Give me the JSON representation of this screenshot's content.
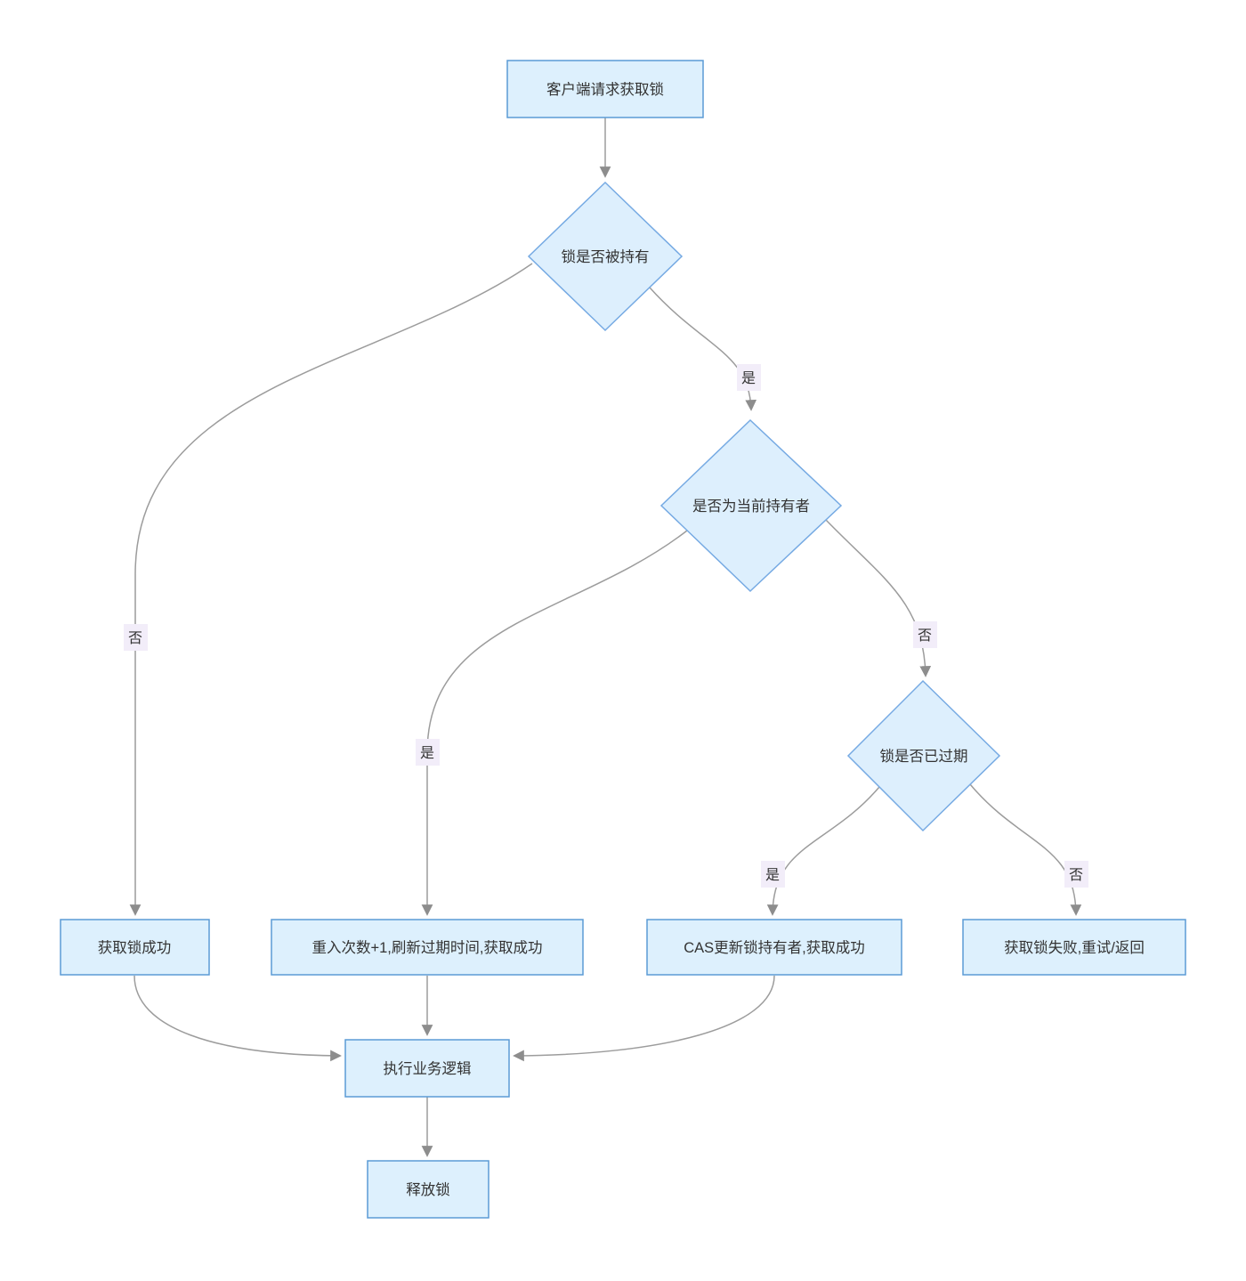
{
  "diagram": {
    "type": "flowchart",
    "direction": "top-down",
    "nodes": {
      "request": {
        "label": "客户端请求获取锁",
        "shape": "rect"
      },
      "held": {
        "label": "锁是否被持有",
        "shape": "diamond"
      },
      "owner": {
        "label": "是否为当前持有者",
        "shape": "diamond"
      },
      "expired": {
        "label": "锁是否已过期",
        "shape": "diamond"
      },
      "success": {
        "label": "获取锁成功",
        "shape": "rect"
      },
      "reentrant": {
        "label": "重入次数+1,刷新过期时间,获取成功",
        "shape": "rect"
      },
      "cas": {
        "label": "CAS更新锁持有者,获取成功",
        "shape": "rect"
      },
      "fail": {
        "label": "获取锁失败,重试/返回",
        "shape": "rect"
      },
      "business": {
        "label": "执行业务逻辑",
        "shape": "rect"
      },
      "release": {
        "label": "释放锁",
        "shape": "rect"
      }
    },
    "edges": [
      {
        "from": "request",
        "to": "held",
        "label": ""
      },
      {
        "from": "held",
        "to": "owner",
        "label": "是"
      },
      {
        "from": "held",
        "to": "success",
        "label": "否"
      },
      {
        "from": "owner",
        "to": "reentrant",
        "label": "是"
      },
      {
        "from": "owner",
        "to": "expired",
        "label": "否"
      },
      {
        "from": "expired",
        "to": "cas",
        "label": "是"
      },
      {
        "from": "expired",
        "to": "fail",
        "label": "否"
      },
      {
        "from": "success",
        "to": "business",
        "label": ""
      },
      {
        "from": "reentrant",
        "to": "business",
        "label": ""
      },
      {
        "from": "cas",
        "to": "business",
        "label": ""
      },
      {
        "from": "business",
        "to": "release",
        "label": ""
      }
    ],
    "edge_labels": {
      "held_yes": "是",
      "held_no": "否",
      "owner_yes": "是",
      "owner_no": "否",
      "expired_yes": "是",
      "expired_no": "否"
    },
    "colors": {
      "node_fill": "#ddf0fd",
      "node_stroke": "#5b9bd5",
      "diamond_fill": "#ddeffd",
      "diamond_stroke": "#76aae3",
      "edge_stroke": "#9c9c9c",
      "edge_label_bg": "#f2edf9",
      "text": "#333333",
      "background": "#ffffff"
    }
  }
}
